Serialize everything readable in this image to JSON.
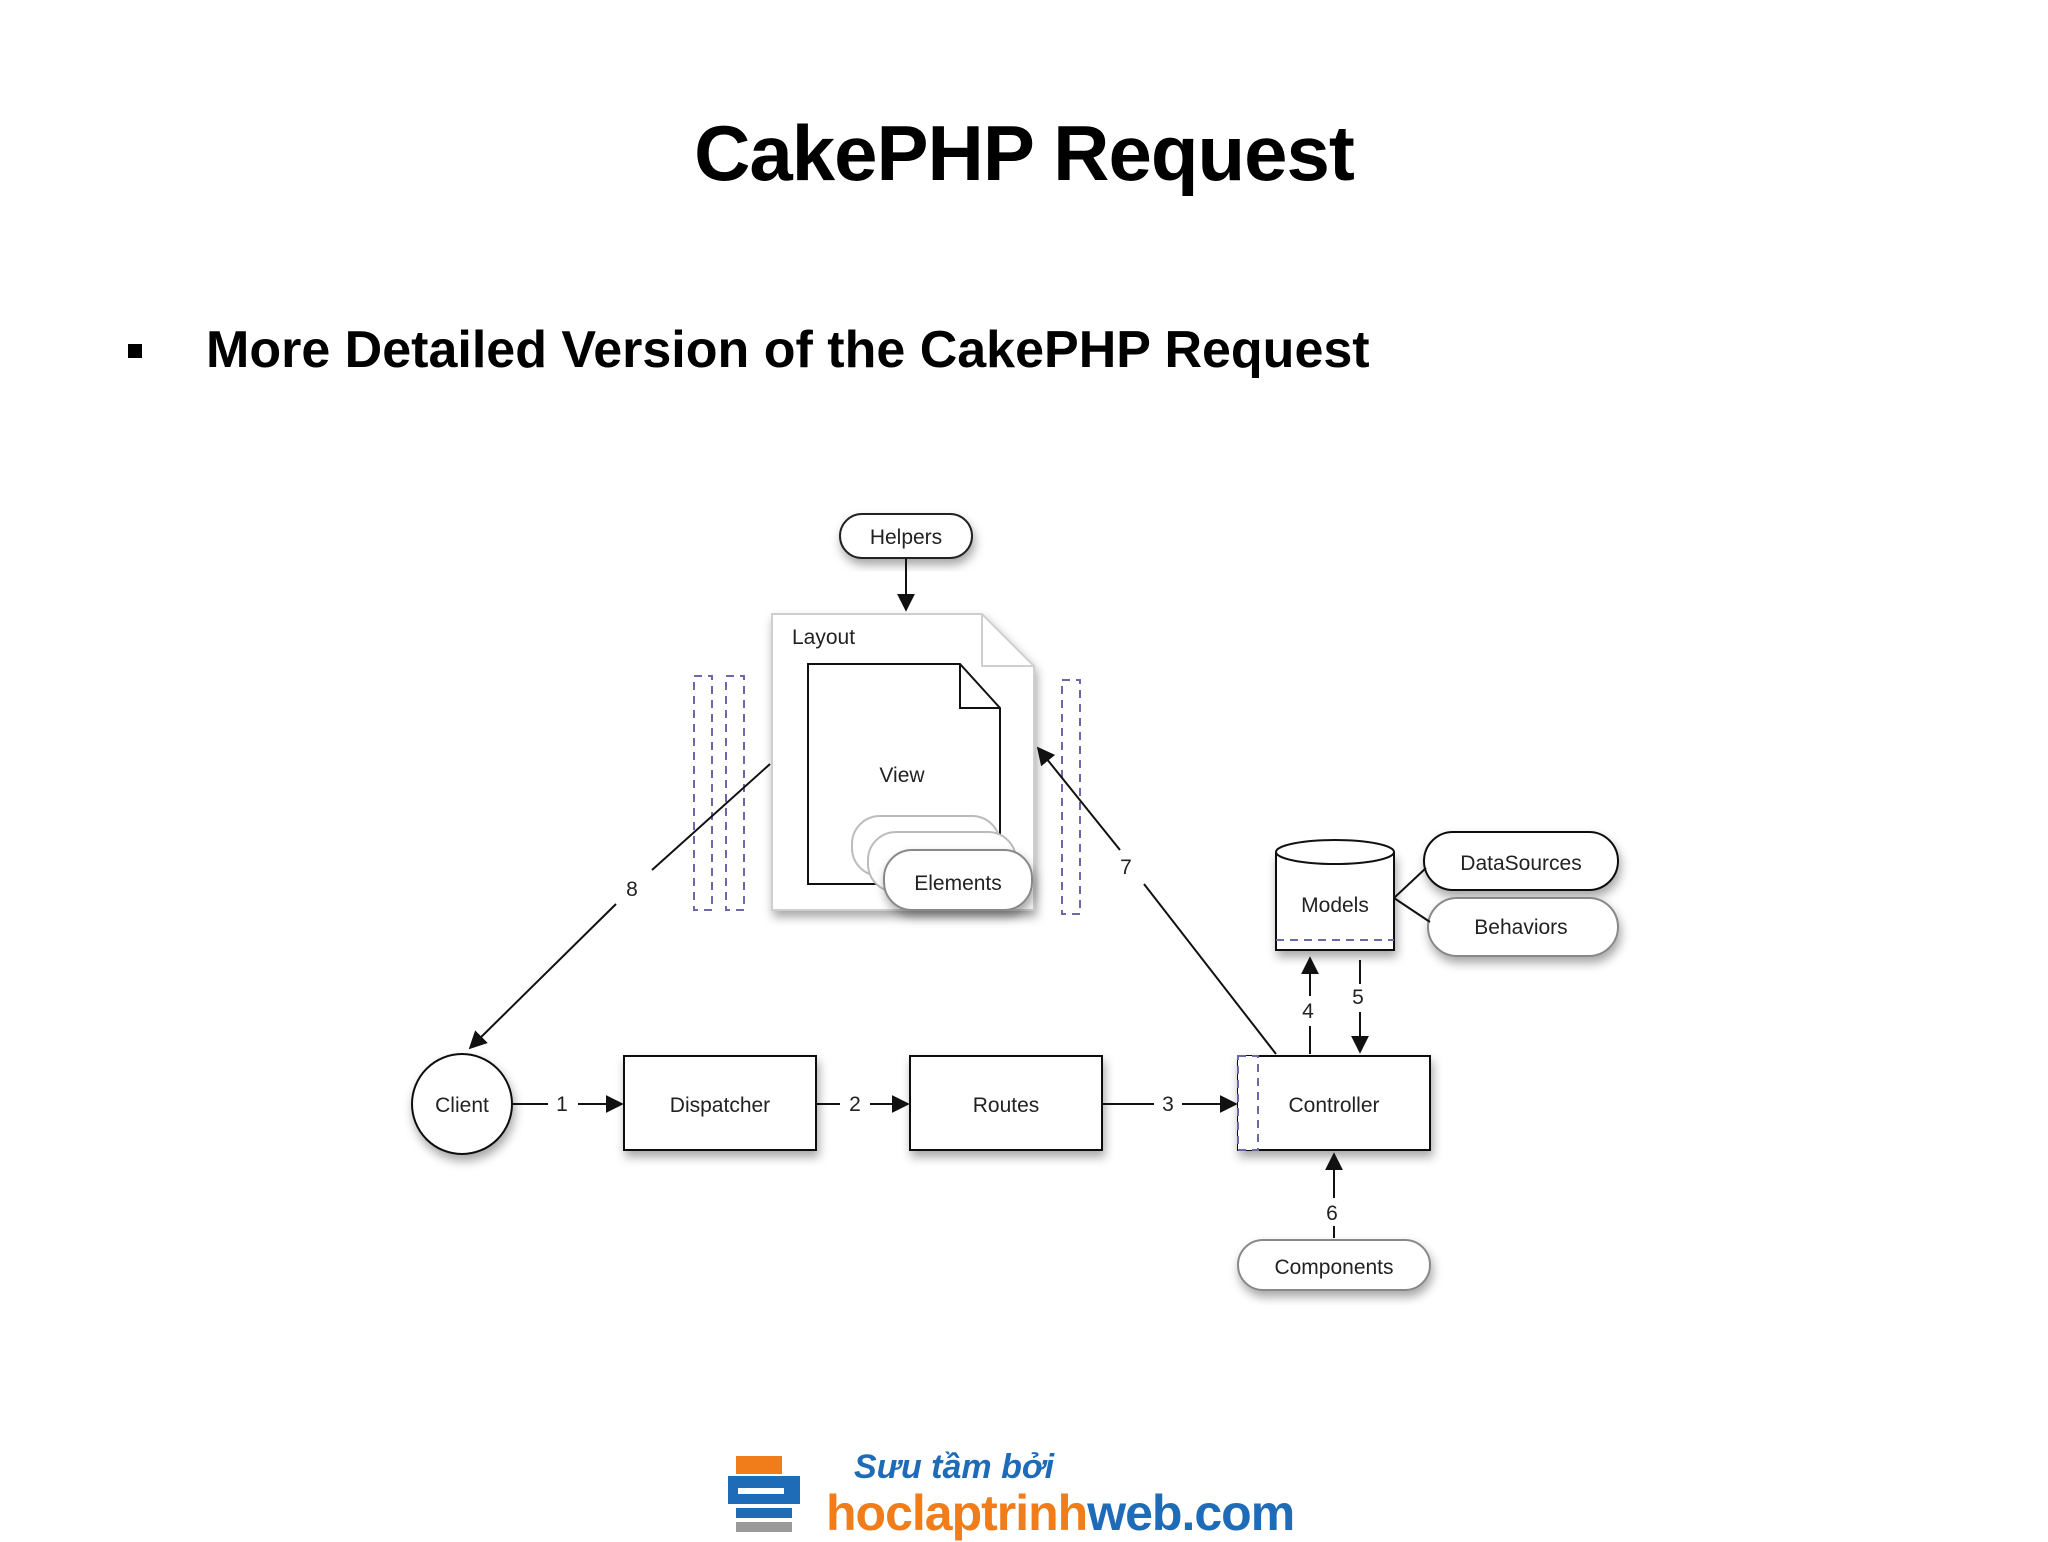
{
  "slide": {
    "title": "CakePHP Request",
    "bullet": "More Detailed Version of the CakePHP Request"
  },
  "diagram": {
    "nodes": {
      "helpers": "Helpers",
      "layout": "Layout",
      "view": "View",
      "elements": "Elements",
      "models": "Models",
      "datasources": "DataSources",
      "behaviors": "Behaviors",
      "client": "Client",
      "dispatcher": "Dispatcher",
      "routes": "Routes",
      "controller": "Controller",
      "components": "Components"
    },
    "steps": {
      "s1": "1",
      "s2": "2",
      "s3": "3",
      "s4": "4",
      "s5": "5",
      "s6": "6",
      "s7": "7",
      "s8": "8"
    }
  },
  "footer": {
    "tagline": "Sưu tầm bởi",
    "site_part1": "hoclaptrinh",
    "site_part2": "web.com"
  },
  "colors": {
    "dashed_accent": "#6a6aa8",
    "logo_orange": "#f07d1a",
    "logo_blue": "#1e6bb8"
  }
}
